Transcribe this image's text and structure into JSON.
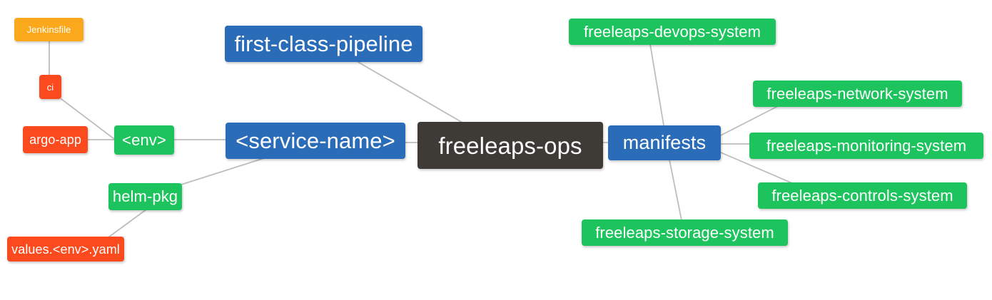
{
  "diagram": {
    "title": "freeleaps-ops repository structure mindmap",
    "type": "mindmap",
    "background": "#ffffff",
    "edge_color": "#bdbdbd",
    "palette": {
      "root_dark": "#3e3a36",
      "branch_blue": "#2a6cb8",
      "leaf_green": "#1dc45e",
      "leaf_red": "#fb4a1d",
      "leaf_orange": "#fba81d",
      "text": "#ffffff"
    }
  },
  "nodes": {
    "root": {
      "label": "freeleaps-ops"
    },
    "service_name": {
      "label": "<service-name>"
    },
    "manifests": {
      "label": "manifests"
    },
    "first_class_pipeline": {
      "label": "first-class-pipeline"
    },
    "env": {
      "label": "<env>"
    },
    "helm_pkg": {
      "label": "helm-pkg"
    },
    "jenkinsfile": {
      "label": "Jenkinsfile"
    },
    "ci": {
      "label": "ci"
    },
    "argo_app": {
      "label": "argo-app"
    },
    "values_yaml": {
      "label": "values.<env>.yaml"
    },
    "devops_system": {
      "label": "freeleaps-devops-system"
    },
    "network_system": {
      "label": "freeleaps-network-system"
    },
    "monitoring_system": {
      "label": "freeleaps-monitoring-system"
    },
    "controls_system": {
      "label": "freeleaps-controls-system"
    },
    "storage_system": {
      "label": "freeleaps-storage-system"
    }
  },
  "edges": [
    {
      "from": "root",
      "to": "first_class_pipeline"
    },
    {
      "from": "root",
      "to": "service_name"
    },
    {
      "from": "root",
      "to": "manifests"
    },
    {
      "from": "service_name",
      "to": "env"
    },
    {
      "from": "service_name",
      "to": "helm_pkg"
    },
    {
      "from": "env",
      "to": "ci"
    },
    {
      "from": "env",
      "to": "argo_app"
    },
    {
      "from": "ci",
      "to": "jenkinsfile"
    },
    {
      "from": "helm_pkg",
      "to": "values_yaml"
    },
    {
      "from": "manifests",
      "to": "devops_system"
    },
    {
      "from": "manifests",
      "to": "network_system"
    },
    {
      "from": "manifests",
      "to": "monitoring_system"
    },
    {
      "from": "manifests",
      "to": "controls_system"
    },
    {
      "from": "manifests",
      "to": "storage_system"
    }
  ]
}
